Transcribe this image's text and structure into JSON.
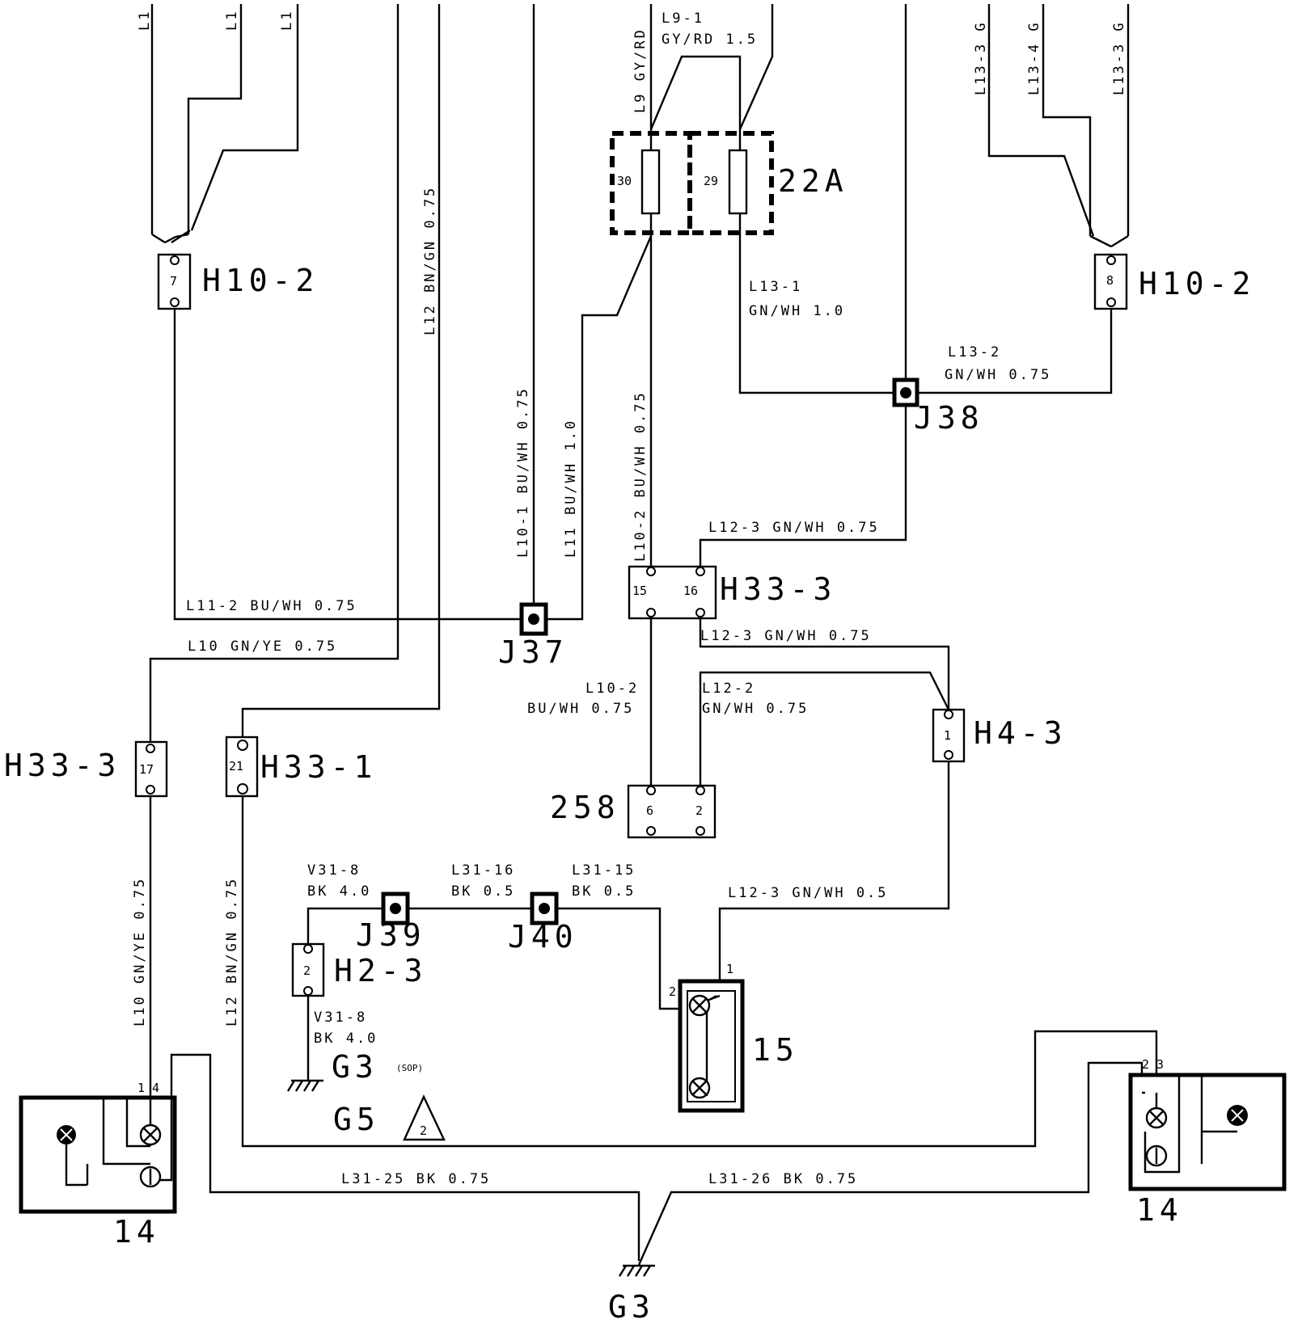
{
  "component_labels": {
    "h10_2_left": "H10-2",
    "h10_2_right": "H10-2",
    "fuse_box": "22A",
    "j38": "J38",
    "j37": "J37",
    "h33_3_center": "H33-3",
    "h33_3_left": "H33-3",
    "h33_1": "H33-1",
    "h4_3": "H4-3",
    "c258": "258",
    "j39": "J39",
    "j40": "J40",
    "h2_3": "H2-3",
    "g3_upper": "G3",
    "g3_upper_note": "(SOP)",
    "g5": "G5",
    "g5_num": "2",
    "lamp15": "15",
    "lamp14_left": "14",
    "lamp14_right": "14",
    "g3_lower": "G3"
  },
  "pins": {
    "h10_2_left": "7",
    "h10_2_right": "8",
    "fuse_30": "30",
    "fuse_29": "29",
    "h33_3_a": "15",
    "h33_3_b": "16",
    "h4_3": "1",
    "c258_a": "6",
    "c258_b": "2",
    "h33_3_left": "17",
    "h33_1": "21",
    "h2_3": "2",
    "lamp15_1": "1",
    "lamp15_2": "2",
    "lamp14_left": "1 4",
    "lamp14_right": "2 3"
  },
  "wire_labels": {
    "top_l1_a": "L1",
    "top_l1_b": "L1",
    "top_l1_c": "L1",
    "l9_vertical": "L9 GY/RD",
    "l9_1": "L9-1",
    "l9_1_spec": "GY/RD 1.5",
    "l13_3a": "L13-3 G",
    "l13_4": "L13-4 G",
    "l13_3b": "L13-3 G",
    "l12_bn_gn": "L12 BN/GN 0.75",
    "l10_1": "L10-1 BU/WH 0.75",
    "l11": "L11 BU/WH 1.0",
    "l10_2_vertical": "L10-2 BU/WH 0.75",
    "l13_1": "L13-1",
    "l13_1_spec": "GN/WH 1.0",
    "l13_2": "L13-2",
    "l13_2_spec": "GN/WH 0.75",
    "l12_3_top": "L12-3 GN/WH 0.75",
    "l11_2": "L11-2 BU/WH 0.75",
    "l12_3_mid": "L12-3 GN/WH 0.75",
    "l10_gn_ye": "L10 GN/YE 0.75",
    "l10_2": "L10-2",
    "l10_2_spec": "BU/WH 0.75",
    "l12_2": "L12-2",
    "l12_2_spec": "GN/WH 0.75",
    "v31_8_top": "V31-8",
    "v31_8_top_spec": "BK 4.0",
    "l31_16": "L31-16",
    "l31_16_spec": "BK 0.5",
    "l31_15": "L31-15",
    "l31_15_spec": "BK 0.5",
    "l12_3_low": "L12-3 GN/WH 0.5",
    "v31_8_low": "V31-8",
    "v31_8_low_spec": "BK 4.0",
    "l10_gn_ye_low": "L10 GN/YE 0.75",
    "l12_bn_gn_low": "L12 BN/GN 0.75",
    "l31_25": "L31-25 BK 0.75",
    "l31_26": "L31-26 BK 0.75"
  }
}
